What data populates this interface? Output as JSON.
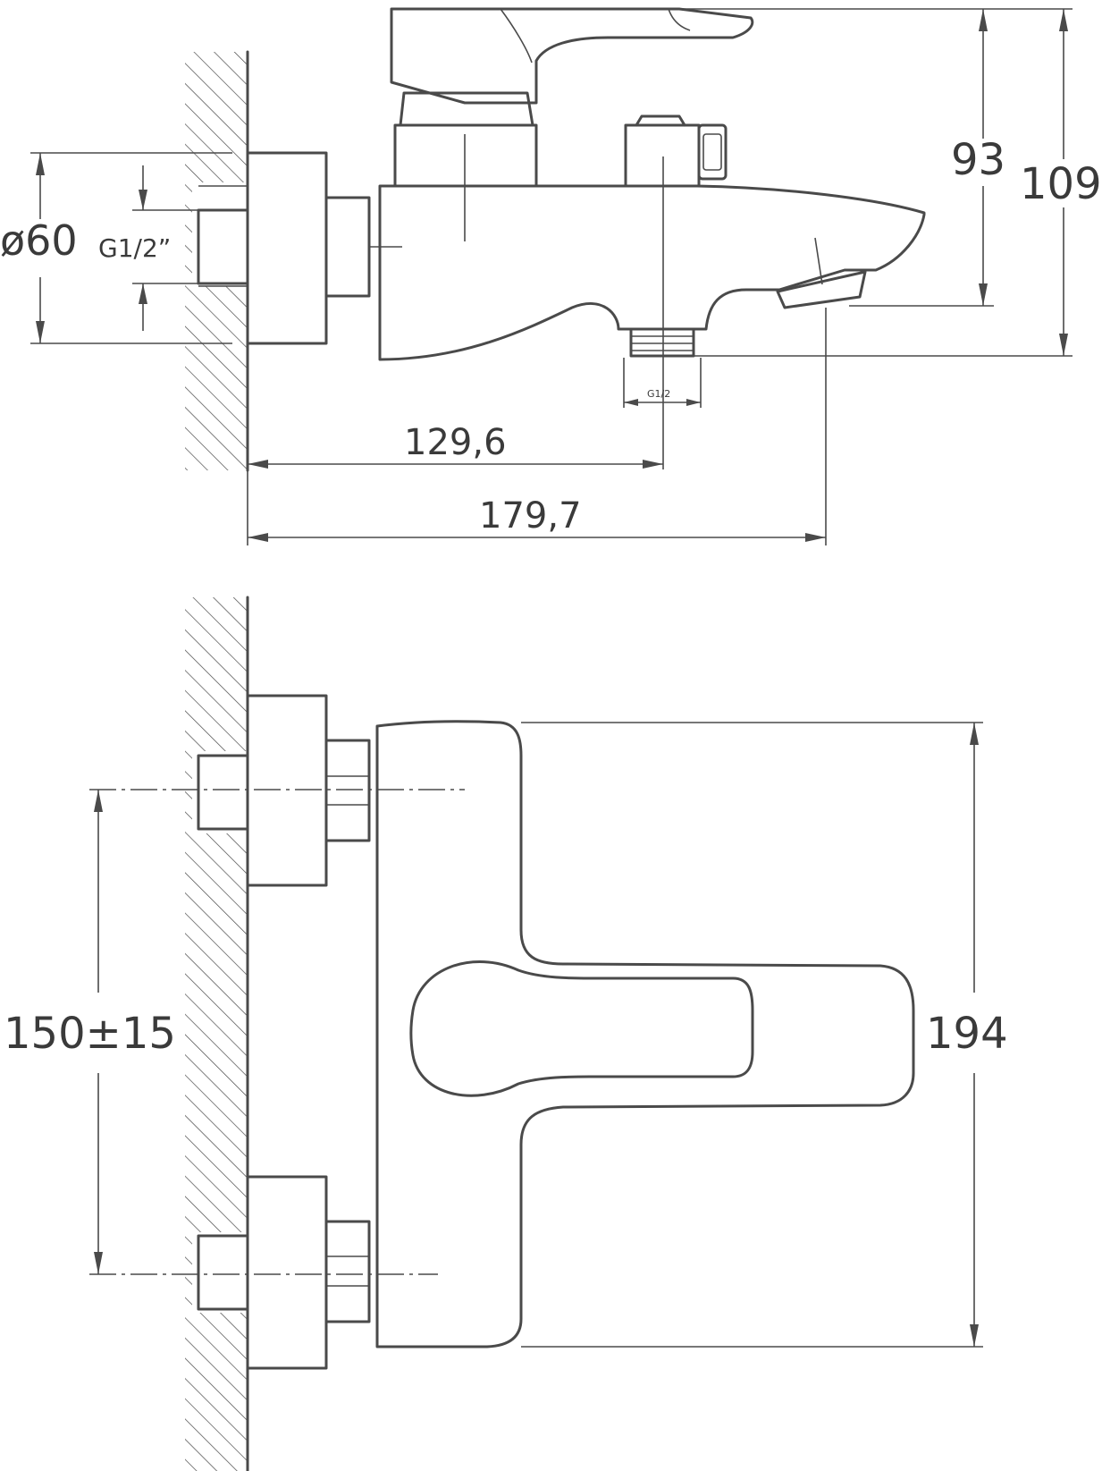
{
  "dimensions": {
    "side_view": {
      "diameter": "ø60",
      "thread_inlet": "G1/2”",
      "thread_outlet": "G1/2",
      "height_spout": "93",
      "height_total": "109",
      "spout_center_distance": "129,6",
      "total_length": "179,7"
    },
    "top_view": {
      "inlet_spacing": "150±15",
      "body_width": "194"
    }
  },
  "colors": {
    "line": "#4a4a4a",
    "background": "#ffffff"
  }
}
